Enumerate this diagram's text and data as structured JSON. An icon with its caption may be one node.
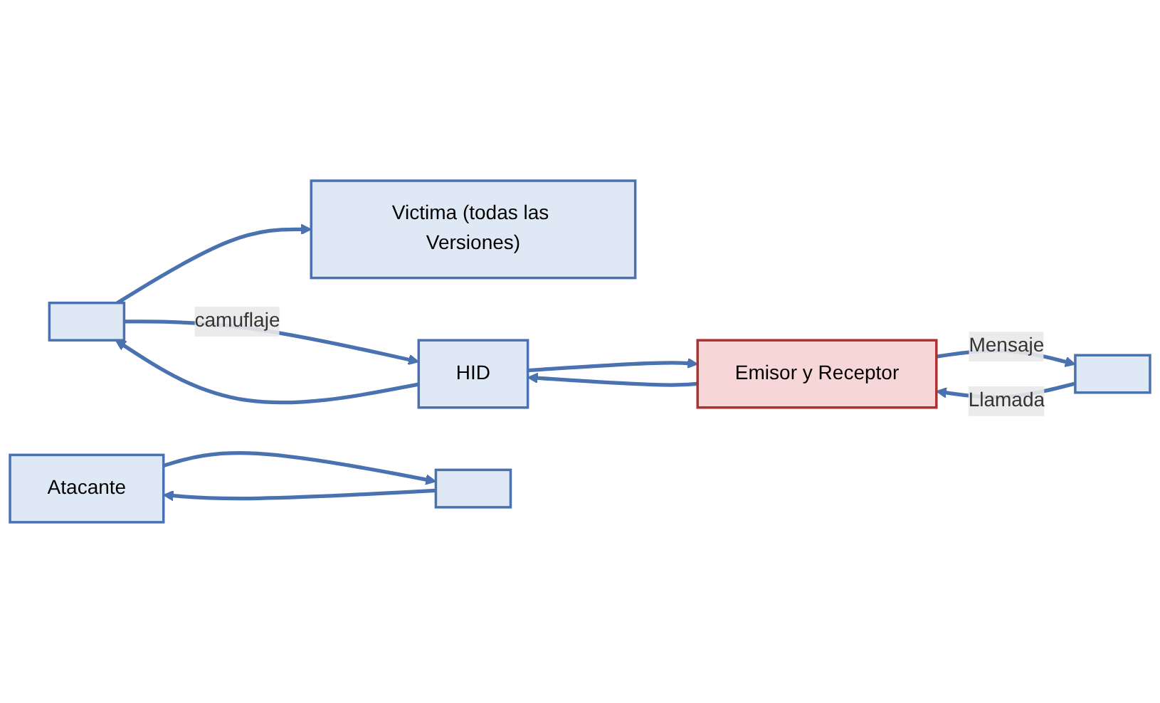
{
  "diagram": {
    "nodes": [
      {
        "text": [],
        "shape": "box"
      },
      {
        "text": [
          "Victima (todas las Versiones)"
        ]
      },
      {
        "text": [
          "HID"
        ]
      },
      {
        "text": [
          "Emisor y Receptor"
        ]
      },
      {
        "text": [],
        "shape": "box"
      },
      {
        "text": [
          "Atacante"
        ]
      },
      {
        "text": [],
        "shape": "box"
      }
    ],
    "edges": [
      {
        "from": 0,
        "to": 1,
        "arrow": "to"
      },
      {
        "from": 2,
        "to": 0,
        "arrow": "to"
      },
      {
        "from": 0,
        "to": 2,
        "arrow": "to",
        "label": "camuflaje"
      },
      {
        "from": 2,
        "to": 3,
        "arrow": "to"
      },
      {
        "from": 3,
        "to": 2,
        "arrow": "to"
      },
      {
        "from": 3,
        "to": 4,
        "arrow": "to",
        "label": "Mensaje"
      },
      {
        "from": 4,
        "to": 3,
        "arrow": "to",
        "label": "Llamada"
      },
      {
        "from": 5,
        "to": 6,
        "arrow": "to"
      },
      {
        "from": 6,
        "to": 5,
        "arrow": "to"
      }
    ]
  }
}
